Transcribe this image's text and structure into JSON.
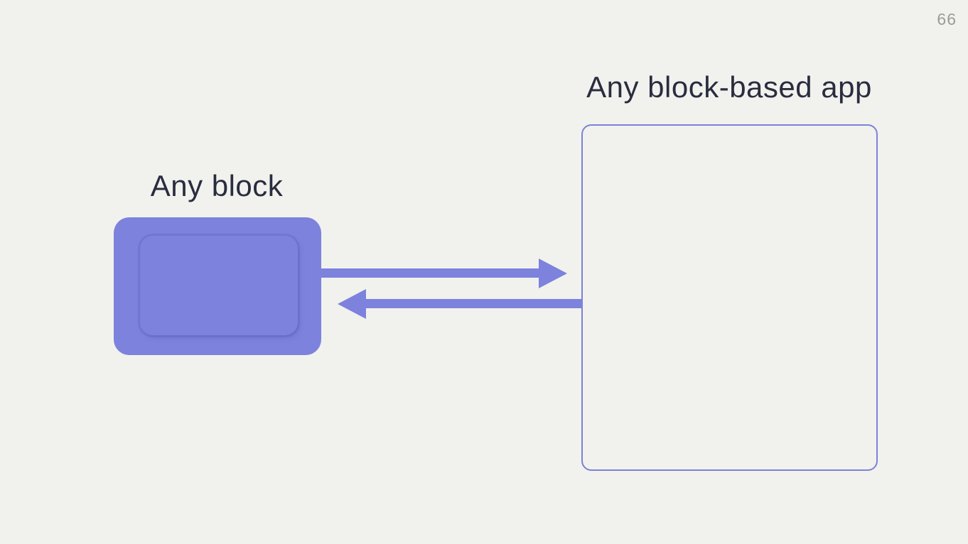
{
  "page": {
    "number": "66"
  },
  "diagram": {
    "block": {
      "label": "Any block"
    },
    "app": {
      "label": "Any block-based app"
    },
    "arrows": [
      {
        "name": "block-to-app",
        "direction": "right"
      },
      {
        "name": "app-to-block",
        "direction": "left"
      }
    ],
    "colors": {
      "background": "#f1f2ed",
      "purple": "#7d82dd",
      "container_border": "#7d81d8",
      "text": "#2a2c3f",
      "page_number": "#9b9b99"
    }
  }
}
